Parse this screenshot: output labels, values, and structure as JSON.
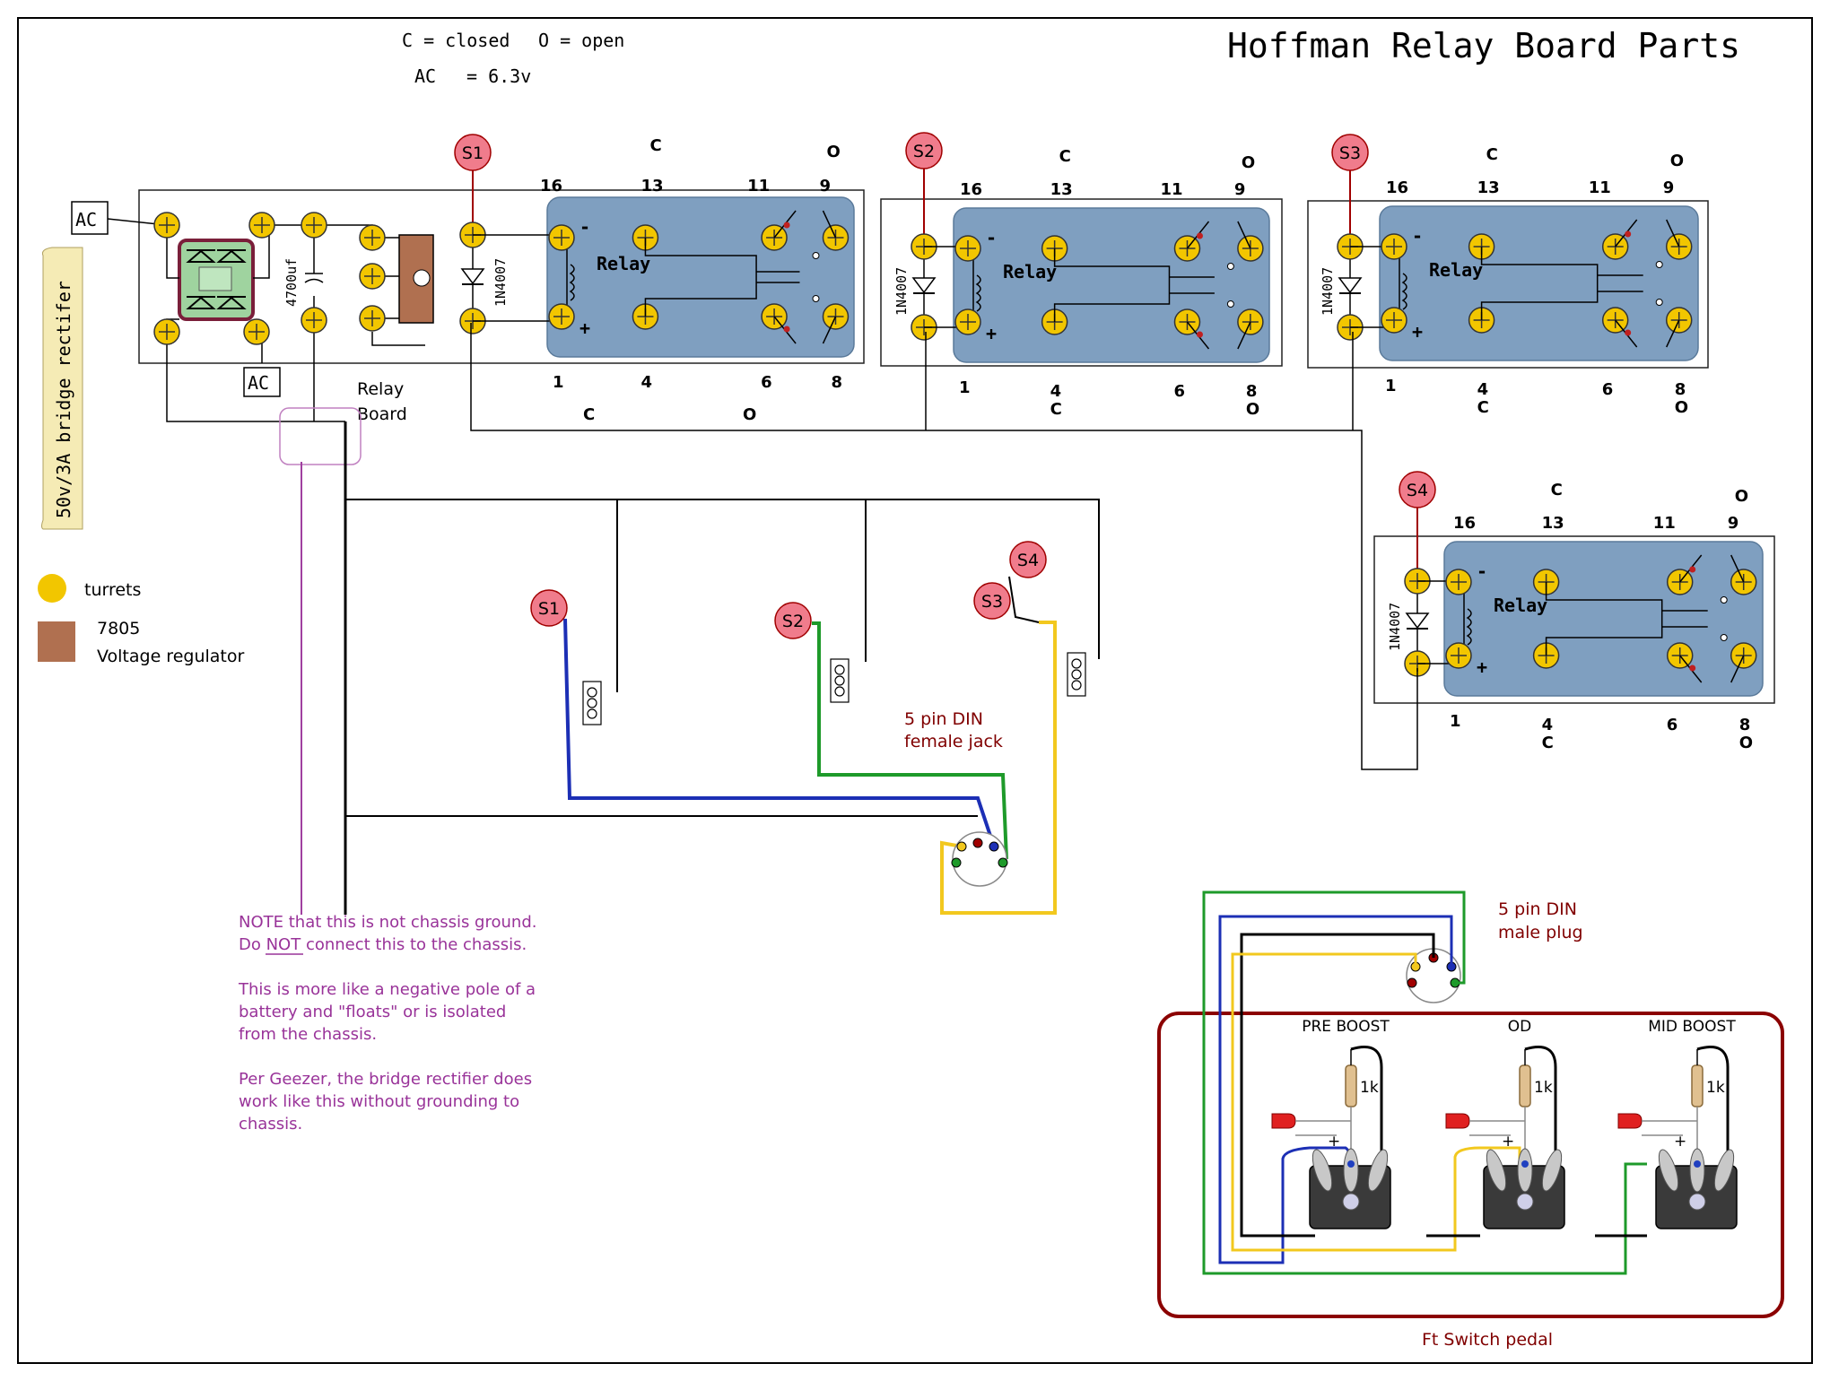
{
  "title": "Hoffman Relay Board Parts",
  "legend": {
    "closed": "C = closed",
    "open": "O = open",
    "ac": "AC",
    "ac_value": "= 6.3v"
  },
  "labels": {
    "ac_top": "AC",
    "ac_bottom": "AC",
    "capacitor": "4700uf",
    "relay_board": [
      "Relay",
      "Board"
    ],
    "bridge_rectifier": "50v/3A   bridge rectifer",
    "turrets": "turrets",
    "regulator_code": "7805",
    "regulator_name": "Voltage regulator",
    "din_female": [
      "5 pin DIN",
      "female jack"
    ],
    "din_male": [
      "5 pin DIN",
      "male plug"
    ],
    "pedal": "Ft  Switch pedal"
  },
  "relays": [
    {
      "badge": "S1",
      "diode": "1N4007",
      "relay_label": "Relay",
      "pins_top": [
        "16",
        "13",
        "11",
        "9"
      ],
      "top_state": [
        "C",
        "O"
      ],
      "pins_bottom": [
        "1",
        "4",
        "6",
        "8"
      ],
      "bottom_state": [
        "C",
        "O"
      ]
    },
    {
      "badge": "S2",
      "diode": "1N4007",
      "relay_label": "Relay",
      "pins_top": [
        "16",
        "13",
        "11",
        "9"
      ],
      "top_state": [
        "C",
        "O"
      ],
      "pins_bottom": [
        "1",
        "4",
        "6",
        "8"
      ],
      "bottom_state": [
        "C",
        "O"
      ]
    },
    {
      "badge": "S3",
      "diode": "1N4007",
      "relay_label": "Relay",
      "pins_top": [
        "16",
        "13",
        "11",
        "9"
      ],
      "top_state": [
        "C",
        "O"
      ],
      "pins_bottom": [
        "1",
        "4",
        "6",
        "8"
      ],
      "bottom_state": [
        "C",
        "O"
      ]
    },
    {
      "badge": "S4",
      "diode": "1N4007",
      "relay_label": "Relay",
      "pins_top": [
        "16",
        "13",
        "11",
        "9"
      ],
      "top_state": [
        "C",
        "O"
      ],
      "pins_bottom": [
        "1",
        "4",
        "6",
        "8"
      ],
      "bottom_state": [
        "C",
        "O"
      ]
    }
  ],
  "jack_badges": [
    "S1",
    "S2",
    "S3",
    "S4"
  ],
  "note": {
    "lines": [
      "NOTE that this is not chassis ground.",
      "Do NOT connect this to the chassis.",
      "This is more like a negative pole of a",
      "battery and \"floats\" or is isolated",
      "from the chassis.",
      "Per Geezer, the bridge rectifier does",
      "work like this without grounding to",
      "chassis."
    ]
  },
  "switches": [
    {
      "name": "PRE BOOST",
      "resistor": "1k",
      "plus": "+"
    },
    {
      "name": "OD",
      "resistor": "1k",
      "plus": "+"
    },
    {
      "name": "MID BOOST",
      "resistor": "1k",
      "plus": "+"
    }
  ],
  "colors": {
    "turret": "#F2C600",
    "relay_body": "#7F9FC0",
    "badge": "#F07C8C",
    "regulator": "#B07050",
    "wire_red": "#A00000",
    "wire_blue": "#1C2FB5",
    "wire_green": "#1E9A2A",
    "wire_yellow": "#F2C81E",
    "wire_purple": "#A040A0",
    "pedal_border": "#8B0000"
  }
}
